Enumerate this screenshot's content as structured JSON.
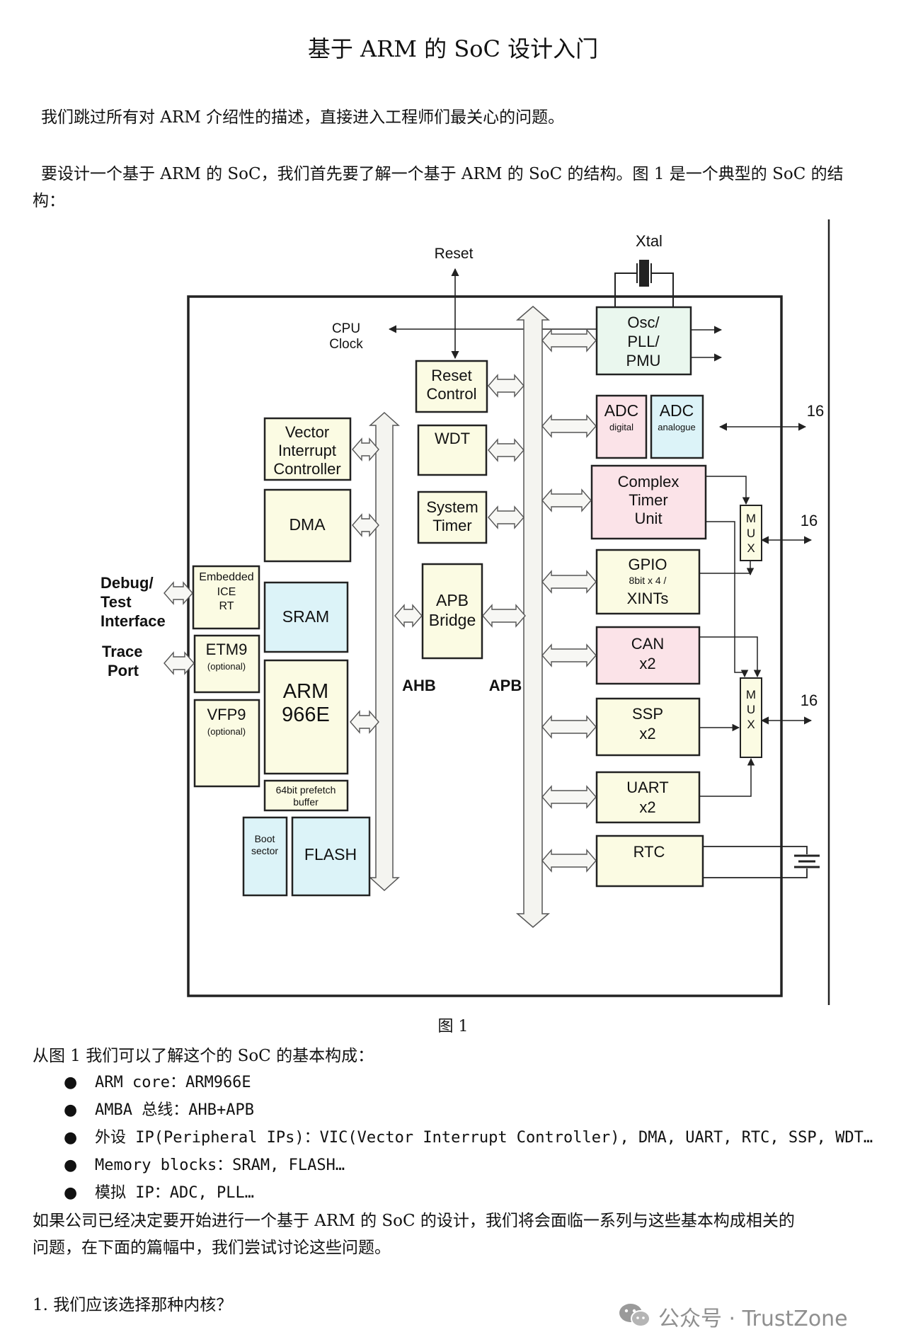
{
  "doc": {
    "title": "基于 ARM 的 SoC 设计入门",
    "p1": "我们跳过所有对 ARM 介绍性的描述，直接进入工程师们最关心的问题。",
    "p2_line1": "要设计一个基于 ARM 的 SoC，我们首先要了解一个基于 ARM 的 SoC 的结构。图 1 是一个典型的 SoC 的结",
    "p2_line2": "构：",
    "figure_caption": "图 1",
    "p3": "从图 1 我们可以了解这个的 SoC 的基本构成：",
    "bullets": [
      "ARM core：ARM966E",
      "AMBA 总线：AHB+APB",
      "外设 IP(Peripheral IPs)：VIC(Vector Interrupt Controller), DMA, UART, RTC, SSP, WDT…",
      "Memory blocks：SRAM, FLASH…",
      "模拟 IP：ADC, PLL…"
    ],
    "bullet_symbol": "●",
    "p4_line1": "如果公司已经决定要开始进行一个基于 ARM 的 SoC 的设计，我们将会面临一系列与这些基本构成相关的",
    "p4_line2": "问题，在下面的篇幅中，我们尝试讨论这些问题。",
    "q1": "1.  我们应该选择那种内核？"
  },
  "watermark": {
    "text": "公众号 · TrustZone",
    "icon": "wechat-icon"
  },
  "diagram": {
    "colors": {
      "yellow": "#fbfbe3",
      "blue": "#dcf3f8",
      "pink": "#fbe3e8",
      "green": "#eaf7ee",
      "bus_fill": "#f4f4f0",
      "border": "#222222"
    },
    "labels": {
      "reset": "Reset",
      "xtal": "Xtal",
      "cpu_clock_1": "CPU",
      "cpu_clock_2": "Clock",
      "reset_control_1": "Reset",
      "reset_control_2": "Control",
      "wdt": "WDT",
      "system_timer_1": "System",
      "system_timer_2": "Timer",
      "apb_bridge_1": "APB",
      "apb_bridge_2": "Bridge",
      "vic_1": "Vector",
      "vic_2": "Interrupt",
      "vic_3": "Controller",
      "dma": "DMA",
      "embedded_ice_1": "Embedded",
      "embedded_ice_2": "ICE",
      "embedded_ice_3": "RT",
      "sram": "SRAM",
      "etm9": "ETM9",
      "optional": "(optional)",
      "vfp9": "VFP9",
      "arm_1": "ARM",
      "arm_2": "966E",
      "prefetch_1": "64bit prefetch",
      "prefetch_2": "buffer",
      "boot_1": "Boot",
      "boot_2": "sector",
      "flash": "FLASH",
      "debug_1": "Debug/",
      "debug_2": "Test",
      "debug_3": "Interface",
      "trace_1": "Trace",
      "trace_2": "Port",
      "ahb": "AHB",
      "apb": "APB",
      "osc_1": "Osc/",
      "osc_2": "PLL/",
      "osc_3": "PMU",
      "adc": "ADC",
      "adc_digital": "digital",
      "adc_analogue": "analogue",
      "timer_1": "Complex",
      "timer_2": "Timer",
      "timer_3": "Unit",
      "gpio_1": "GPIO",
      "gpio_2": "8bit x 4 /",
      "gpio_3": "XINTs",
      "can_1": "CAN",
      "x2": "x2",
      "ssp": "SSP",
      "uart": "UART",
      "rtc": "RTC",
      "mux_m": "M",
      "mux_u": "U",
      "mux_x": "X",
      "pins_16": "16"
    }
  }
}
